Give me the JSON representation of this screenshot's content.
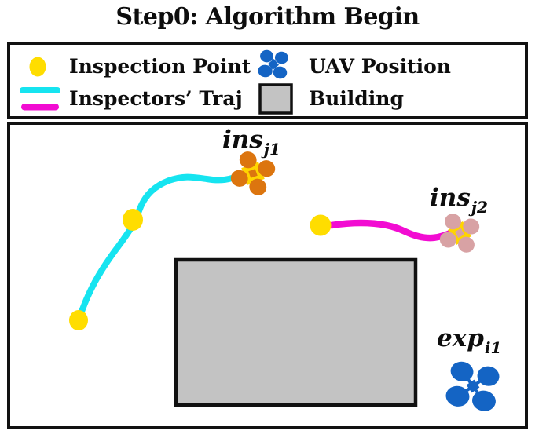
{
  "title": "Step0: Algorithm Begin",
  "legend": {
    "inspection_point": "Inspection Point",
    "uav_position": "UAV Position",
    "inspectors_traj": "Inspectors’ Traj",
    "building": "Building"
  },
  "annotations": {
    "ins_j1": {
      "base": "ins",
      "sub": "j1"
    },
    "ins_j2": {
      "base": "ins",
      "sub": "j2"
    },
    "exp_i1": {
      "base": "exp",
      "sub": "i1"
    }
  },
  "colors": {
    "inspection_point": "#FFDD00",
    "quad_body_yellow": "#FFD400",
    "inspector1_traj": "#16E4F0",
    "inspector2_traj": "#F20CD2",
    "inspector1_uav": "#DC750F",
    "inspector2_uav": "#D8A2A4",
    "explorer_uav": "#1464C4",
    "building_fill": "#C3C3C3",
    "building_border": "#111111",
    "ink": "#111111"
  }
}
